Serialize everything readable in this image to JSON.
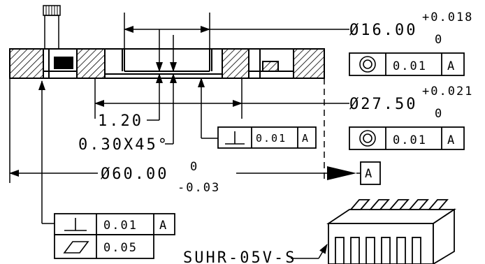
{
  "drawing": {
    "dims": {
      "bore_dia": "Ø16.00",
      "bore_tol_upper": "+0.018",
      "bore_tol_lower": "0",
      "pocket_dia": "Ø27.50",
      "pocket_tol_upper": "+0.021",
      "pocket_tol_lower": "0",
      "outer_dia": "Ø60.00",
      "outer_tol_upper": "0",
      "outer_tol_lower": "-0.03",
      "depth": "1.20",
      "chamfer": "0.30X45°"
    },
    "frames": [
      {
        "symbol": "concentricity",
        "tolerance": "0.01",
        "datum": "A"
      },
      {
        "symbol": "perpendicularity",
        "tolerance": "0.01",
        "datum": "A"
      },
      {
        "symbol": "concentricity",
        "tolerance": "0.01",
        "datum": "A"
      },
      {
        "symbol": "perpendicularity",
        "tolerance": "0.01",
        "datum": "A"
      },
      {
        "symbol": "flatness",
        "tolerance": "0.05",
        "datum": ""
      }
    ],
    "datum_label": "A",
    "connector_label": "SUHR-05V-S"
  }
}
